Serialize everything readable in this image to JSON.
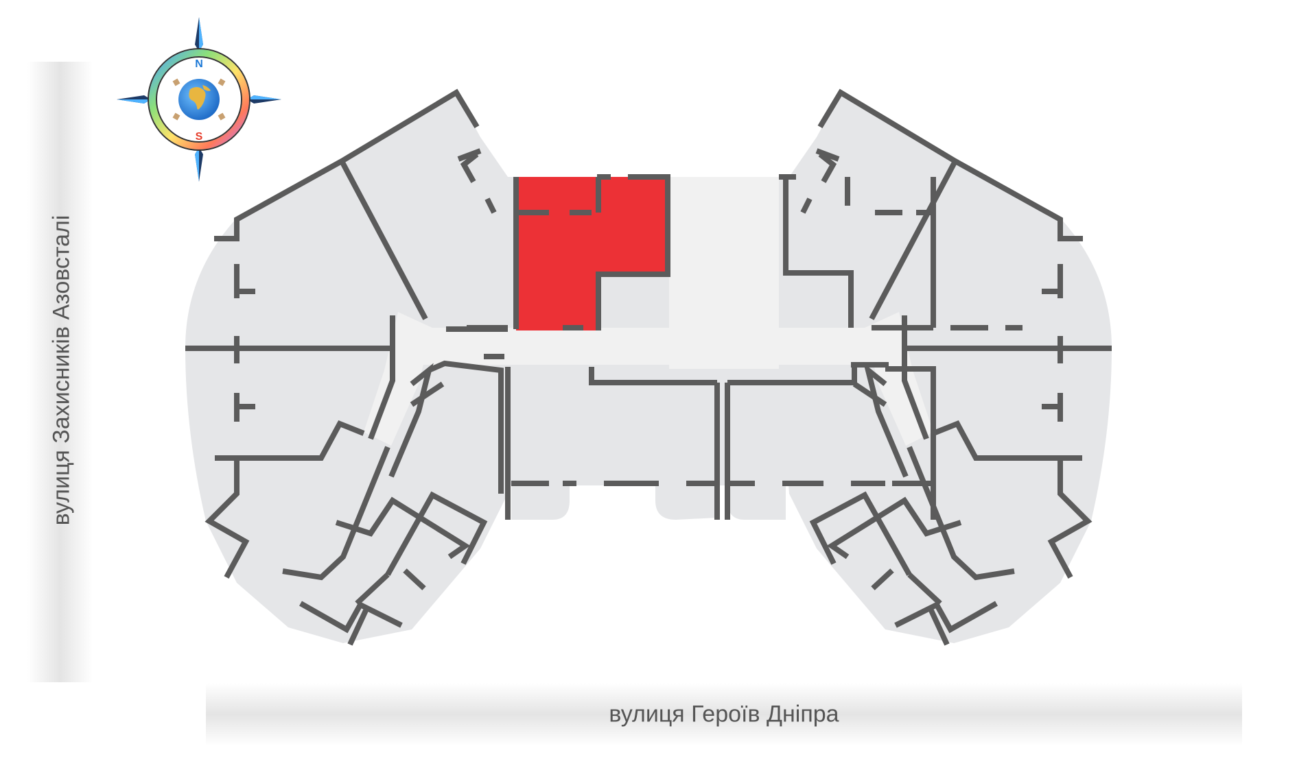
{
  "streets": {
    "west": "вулиця Захисників Азовсталі",
    "south": "вулиця Героїв Дніпра"
  },
  "compass": {
    "north": "N",
    "south": "S"
  },
  "colors": {
    "selected_unit": "#ec3136",
    "wall": "#5b5b5b",
    "apartment_fill": "#e5e6e8",
    "corridor_fill": "#f1f1f1"
  },
  "floor_plan": {
    "selected_apartment": "highlighted-apartment"
  }
}
